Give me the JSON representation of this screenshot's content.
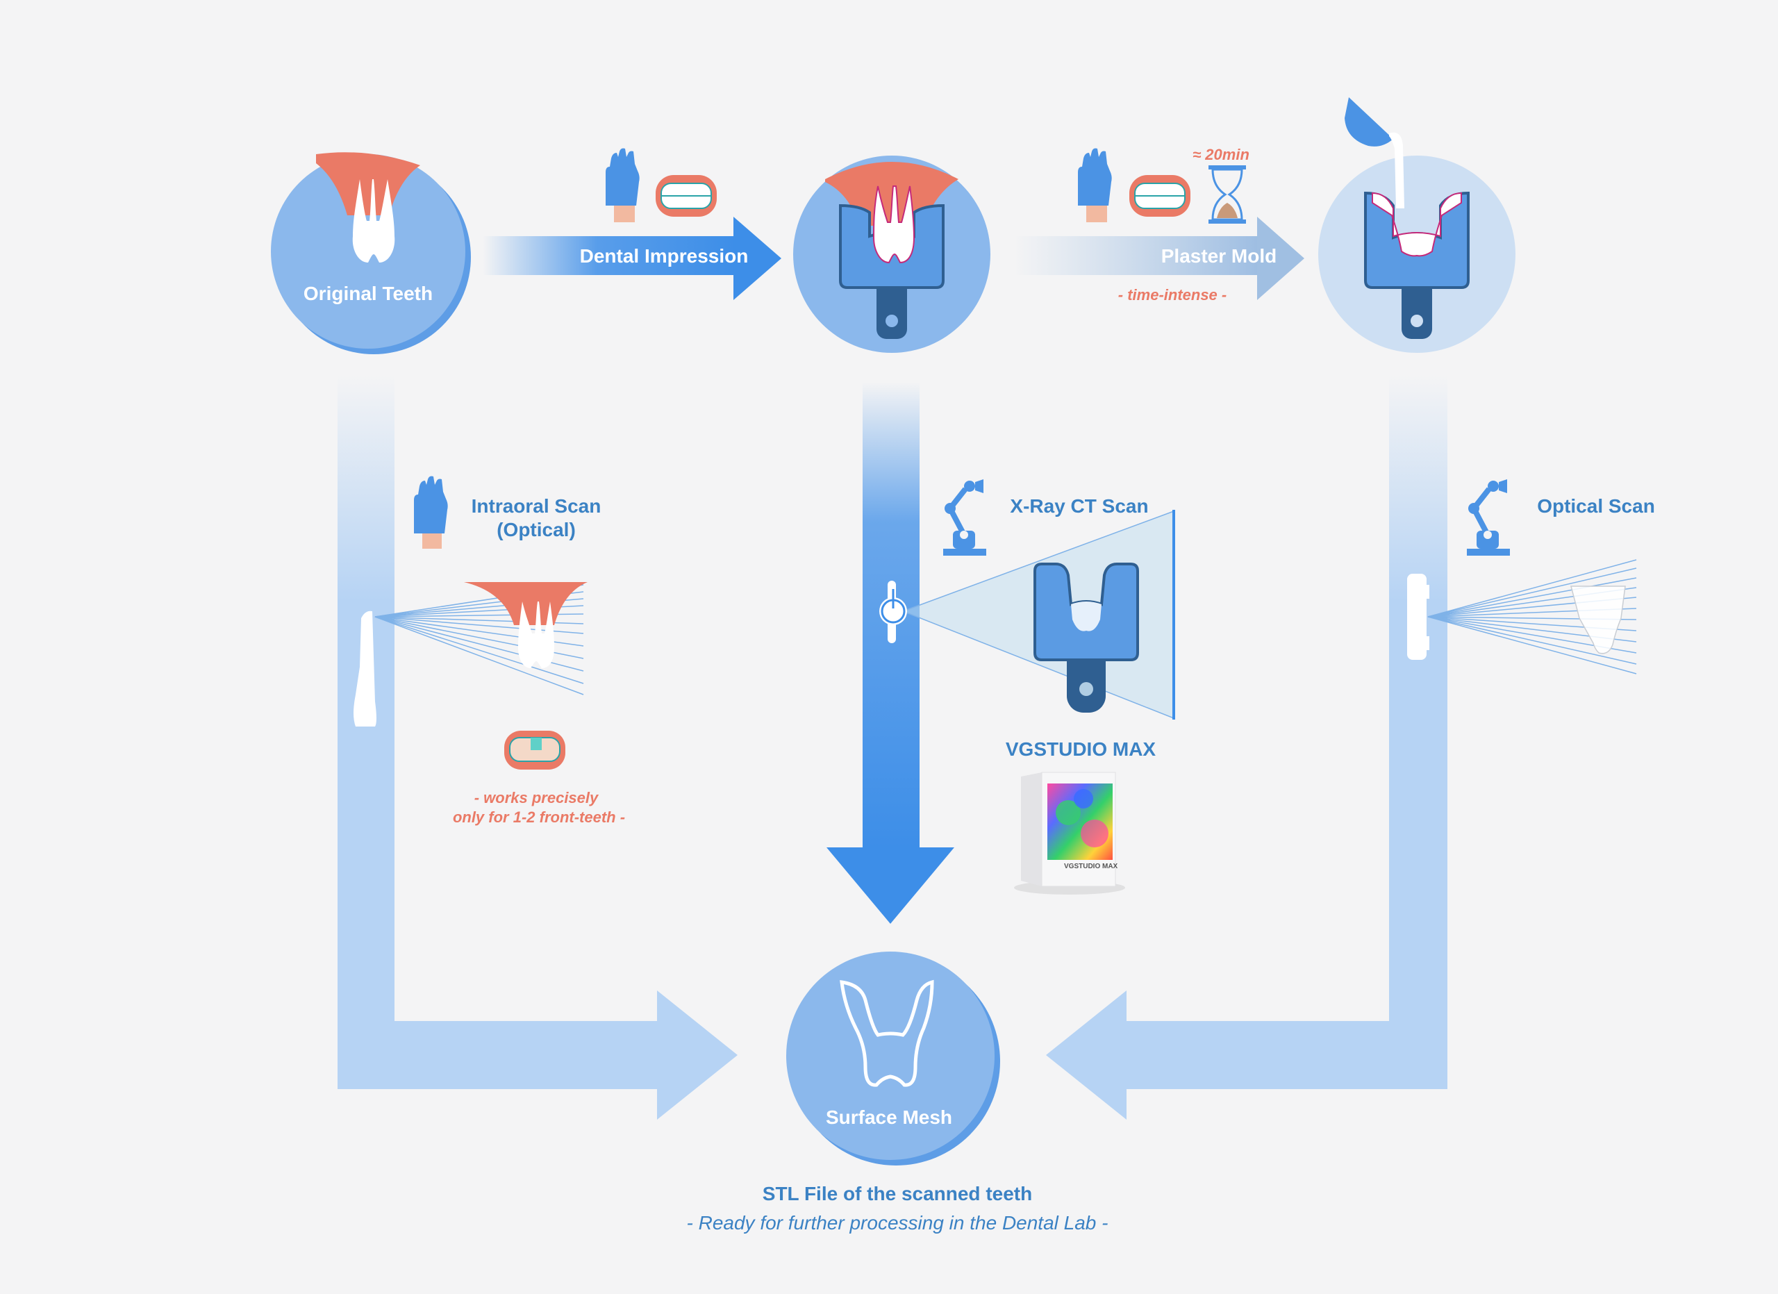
{
  "nodes": {
    "original": {
      "label": "Original Teeth"
    },
    "impression": {
      "label": ""
    },
    "plaster": {
      "label": ""
    },
    "surface": {
      "label": "Surface Mesh"
    }
  },
  "arrows": {
    "dental_impression": {
      "label": "Dental Impression"
    },
    "plaster_mold": {
      "label": "Plaster Mold",
      "note": "- time-intense -",
      "time": "≈ 20min"
    }
  },
  "scans": {
    "intraoral": {
      "label_line1": "Intraoral Scan",
      "label_line2": "(Optical)",
      "note_line1": "- works precisely",
      "note_line2": "only for 1-2 front-teeth -"
    },
    "xray": {
      "label": "X-Ray CT Scan",
      "software": "VGSTUDIO MAX",
      "box_label": "VGSTUDIO MAX"
    },
    "optical": {
      "label": "Optical Scan"
    }
  },
  "output": {
    "title": "STL File of the scanned teeth",
    "subtitle": "- Ready for further processing in the Dental Lab -"
  },
  "colors": {
    "background": "#f4f4f5",
    "circle_light": "#8bb8ec",
    "circle_shadow": "#5e9de6",
    "arrow_blue": "#3d8ee8",
    "arrow_pale": "#b6d3f4",
    "gum": "#ea7a66",
    "tray": "#5b9be3",
    "tray_dark": "#2f5f91",
    "text_blue": "#3b82c4",
    "text_red": "#ea7a66"
  },
  "icons": [
    "glove-icon",
    "denture-icon",
    "hourglass-icon",
    "robot-arm-icon",
    "scanner-wand-icon",
    "ct-source-icon",
    "software-box-icon",
    "pour-cup-icon"
  ]
}
